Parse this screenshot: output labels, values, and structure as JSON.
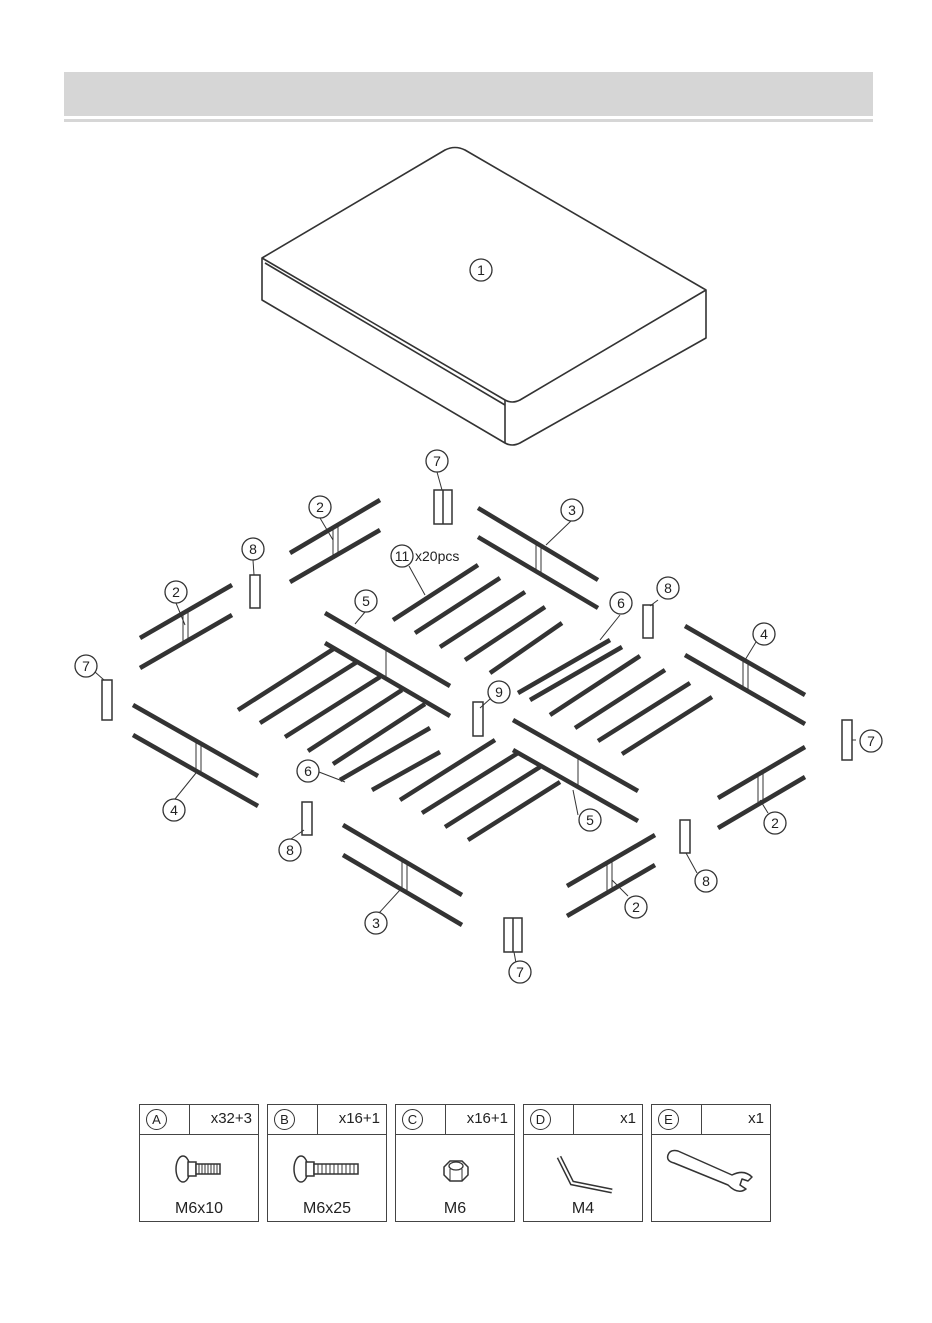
{
  "diagram": {
    "mattress_label": "1",
    "parts": [
      {
        "id": "p2a",
        "label": "2"
      },
      {
        "id": "p2b",
        "label": "2"
      },
      {
        "id": "p2c",
        "label": "2"
      },
      {
        "id": "p2d",
        "label": "2"
      },
      {
        "id": "p3a",
        "label": "3"
      },
      {
        "id": "p3b",
        "label": "3"
      },
      {
        "id": "p4a",
        "label": "4"
      },
      {
        "id": "p4b",
        "label": "4"
      },
      {
        "id": "p5a",
        "label": "5"
      },
      {
        "id": "p5b",
        "label": "5"
      },
      {
        "id": "p6a",
        "label": "6"
      },
      {
        "id": "p6b",
        "label": "6"
      },
      {
        "id": "p7a",
        "label": "7"
      },
      {
        "id": "p7b",
        "label": "7"
      },
      {
        "id": "p7c",
        "label": "7"
      },
      {
        "id": "p7d",
        "label": "7"
      },
      {
        "id": "p8a",
        "label": "8"
      },
      {
        "id": "p8b",
        "label": "8"
      },
      {
        "id": "p8c",
        "label": "8"
      },
      {
        "id": "p8d",
        "label": "8"
      },
      {
        "id": "p9",
        "label": "9"
      }
    ],
    "slats_label": "11",
    "slats_qty": "x20pcs"
  },
  "hardware": [
    {
      "letter": "A",
      "qty": "x32+3",
      "size": "M6x10",
      "icon": "short-bolt-icon"
    },
    {
      "letter": "B",
      "qty": "x16+1",
      "size": "M6x25",
      "icon": "long-bolt-icon"
    },
    {
      "letter": "C",
      "qty": "x16+1",
      "size": "M6",
      "icon": "hex-nut-icon"
    },
    {
      "letter": "D",
      "qty": "x1",
      "size": "M4",
      "icon": "allen-key-icon"
    },
    {
      "letter": "E",
      "qty": "x1",
      "size": "",
      "icon": "wrench-icon"
    }
  ],
  "colors": {
    "header": "#d6d6d6",
    "line": "#333333"
  }
}
